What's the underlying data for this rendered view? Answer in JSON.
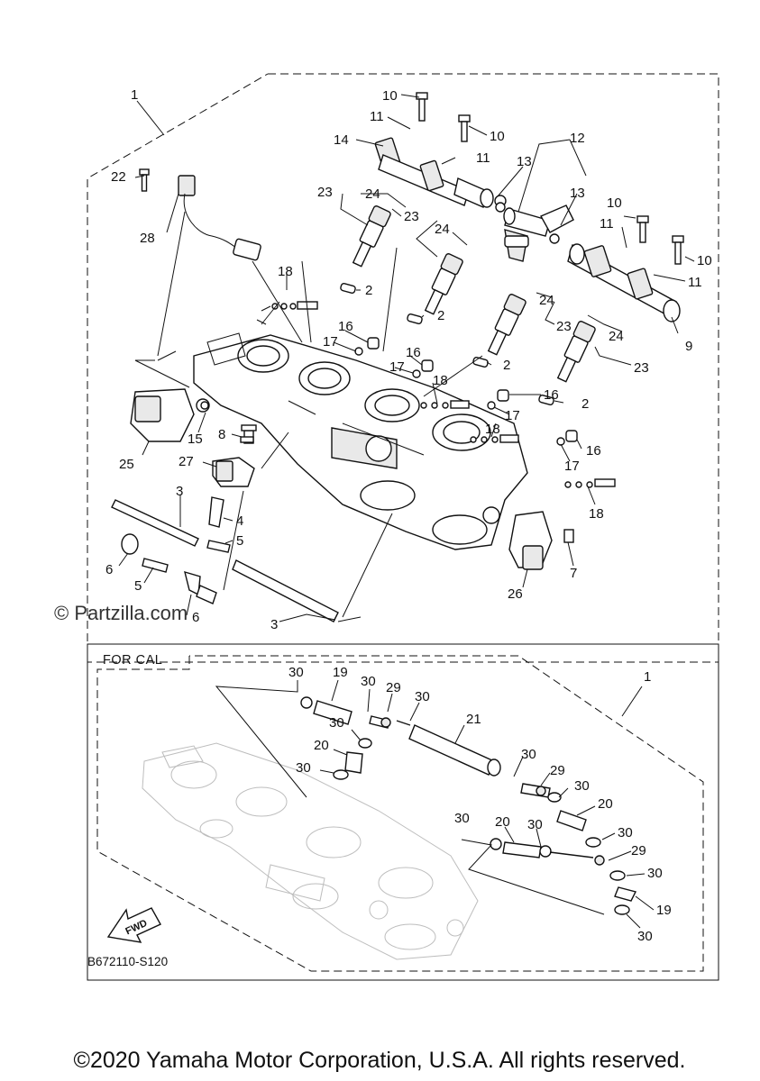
{
  "diagram": {
    "section_label": "FOR CAL",
    "watermark": "© Partzilla.com",
    "reference_code": "B672110-S120",
    "copyright": "©2020 Yamaha Motor Corporation, U.S.A. All rights reserved.",
    "fwd_label": "FWD",
    "callouts_upper": [
      "1",
      "10",
      "11",
      "10",
      "14",
      "11",
      "12",
      "13",
      "13",
      "22",
      "23",
      "24",
      "23",
      "10",
      "11",
      "10",
      "11",
      "24",
      "28",
      "18",
      "2",
      "2",
      "16",
      "17",
      "16",
      "17",
      "18",
      "24",
      "23",
      "24",
      "23",
      "9",
      "2",
      "16",
      "2",
      "15",
      "8",
      "25",
      "27",
      "17",
      "18",
      "16",
      "17",
      "18",
      "3",
      "4",
      "5",
      "6",
      "5",
      "6",
      "26",
      "7",
      "3"
    ],
    "callouts_lower": [
      "1",
      "30",
      "19",
      "30",
      "29",
      "30",
      "21",
      "30",
      "20",
      "30",
      "30",
      "29",
      "30",
      "20",
      "30",
      "20",
      "30",
      "30",
      "29",
      "30",
      "19",
      "30"
    ]
  }
}
